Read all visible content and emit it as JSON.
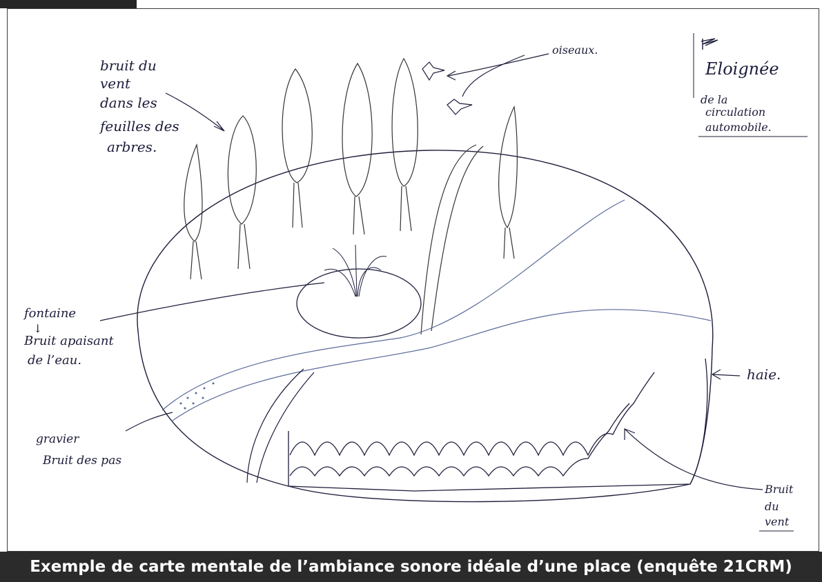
{
  "caption": "Exemple de carte mentale de l’ambiance sonore idéale d’une place (enquête 21CRM)",
  "annotations": {
    "wind_trees": [
      "bruit du",
      "vent",
      "dans les",
      "feuilles des",
      "arbres."
    ],
    "birds": "oiseaux.",
    "far_from_traffic": [
      "Eloignée",
      "de la",
      "circulation",
      "automobile."
    ],
    "fountain": [
      "fontaine",
      "Bruit apaisant",
      "de l’eau."
    ],
    "hedge": "haie.",
    "gravel": [
      "gravier",
      "Bruit des pas"
    ],
    "wind_bottom": [
      "Bruit",
      "du",
      "vent"
    ]
  },
  "colors": {
    "ink": "#1c1c3a",
    "pencil": "#5b6a9a",
    "caption_bg": "#2b2b2b",
    "caption_text": "#ffffff"
  }
}
